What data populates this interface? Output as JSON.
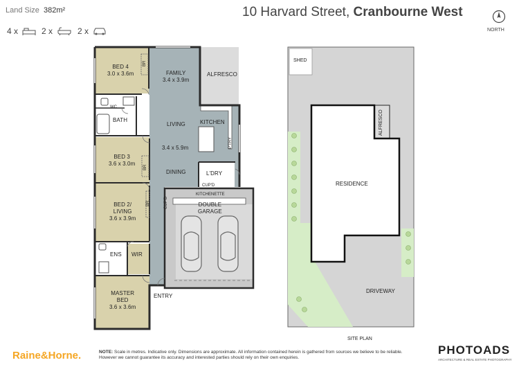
{
  "header": {
    "land_size_label": "Land Size",
    "land_size_value": "382m²",
    "address_street": "10 Harvard Street,",
    "address_suburb": "Cranbourne West",
    "bedrooms": "4 x",
    "bathrooms": "2 x",
    "car_spaces": "2 x",
    "north_label": "NORTH"
  },
  "floorplan": {
    "rooms": {
      "bed4": {
        "name": "BED 4",
        "dim": "3.0 x 3.6m"
      },
      "family": {
        "name": "FAMILY",
        "dim": "3.4 x 3.9m"
      },
      "alfresco": {
        "name": "ALFRESCO"
      },
      "wc": {
        "name": "WC"
      },
      "bath": {
        "name": "BATH"
      },
      "living": {
        "name": "LIVING"
      },
      "kitchen": {
        "name": "KITCHEN"
      },
      "living_dining_dim": {
        "dim": "3.4 x 5.9m"
      },
      "ptry": {
        "name": "P'TRY"
      },
      "bed3": {
        "name": "BED 3",
        "dim": "3.6 x 3.0m"
      },
      "dining": {
        "name": "DINING"
      },
      "ldry": {
        "name": "L'DRY"
      },
      "cupd1": {
        "name": "CUP'D"
      },
      "kitchenette": {
        "name": "KITCHENETTE"
      },
      "cupd2": {
        "name": "CUP'D"
      },
      "bed2": {
        "name": "BED 2/",
        "name2": "LIVING",
        "dim": "3.6 x 3.9m"
      },
      "garage": {
        "name": "DOUBLE",
        "name2": "GARAGE"
      },
      "ens": {
        "name": "ENS"
      },
      "wir": {
        "name": "WIR"
      },
      "master": {
        "name": "MASTER",
        "name2": "BED",
        "dim": "3.6 x 3.6m"
      },
      "entry": {
        "name": "ENTRY"
      },
      "br1": {
        "name": "BR"
      },
      "br2": {
        "name": "BR"
      },
      "br3": {
        "name": "BR"
      }
    }
  },
  "siteplan": {
    "shed": "SHED",
    "alfresco": "ALFRESCO",
    "residence": "RESIDENCE",
    "driveway": "DRIVEWAY",
    "title": "SITE PLAN"
  },
  "footer": {
    "agency_brand": "Raine&Horne.",
    "note_label": "NOTE:",
    "note_line1": "Scale in metres. Indicative only. Dimensions are approximate. All information contained herein is gathered from sources we believe to be reliable.",
    "note_line2": "However we cannot guarantee its accuracy and interested parties should rely on their own enquiries.",
    "photo_brand": "PHOTOADS",
    "photo_tagline": "ARCHITECTURE & REAL ESTATE PHOTOGRAPHY"
  },
  "colors": {
    "room_fill": "#d9d2ac",
    "hall_fill": "#a6b3b7",
    "wall": "#2b2b2b",
    "garage_fill": "#c9c9c9",
    "alfresco_fill": "#dcdcdc",
    "grass": "#d6edc7",
    "paving": "#d5d5d5",
    "brand_orange": "#f5a623"
  }
}
